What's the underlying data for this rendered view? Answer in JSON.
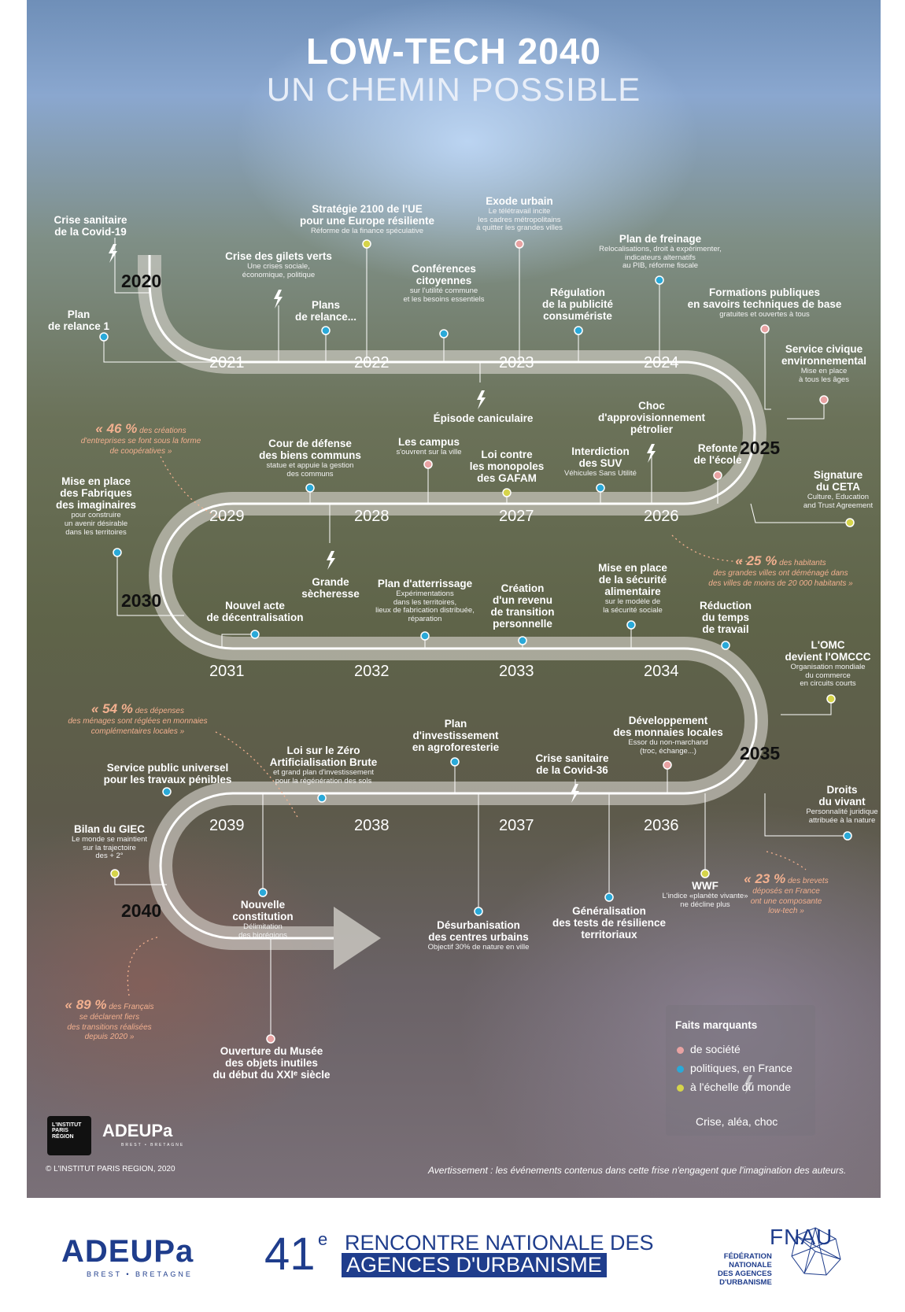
{
  "header": {
    "title": "LOW-TECH 2040",
    "subtitle": "UN CHEMIN POSSIBLE"
  },
  "milestones": {
    "y2020": "2020",
    "y2025": "2025",
    "y2030": "2030",
    "y2035": "2035",
    "y2040": "2040"
  },
  "years": {
    "r1": [
      "2021",
      "2022",
      "2023",
      "2024"
    ],
    "r2": [
      "2029",
      "2028",
      "2027",
      "2026"
    ],
    "r3": [
      "2031",
      "2032",
      "2033",
      "2034"
    ],
    "r4": [
      "2039",
      "2038",
      "2037",
      "2036"
    ]
  },
  "events": [
    {
      "t": "Crise sanitaire\nde la Covid-19",
      "s": ""
    },
    {
      "t": "Plan\nde relance 1",
      "s": ""
    },
    {
      "t": "Crise des gilets verts",
      "s": "Une crises sociale,\néconomique, politique"
    },
    {
      "t": "Plans\nde relance...",
      "s": ""
    },
    {
      "t": "Stratégie 2100 de l'UE\npour une Europe résiliente",
      "s": "Réforme de la finance spéculative"
    },
    {
      "t": "Conférences\ncitoyennes",
      "s": "sur l'utilité commune\net les besoins essentiels"
    },
    {
      "t": "Exode urbain",
      "s": "Le télétravail incite\nles cadres métropolitains\nà quitter les grandes villes"
    },
    {
      "t": "Régulation\nde la publicité\nconsumériste",
      "s": ""
    },
    {
      "t": "Plan de freinage",
      "s": "Relocalisations, droit à expérimenter,\nindicateurs alternatifs\nau PIB, réforme fiscale"
    },
    {
      "t": "Formations publiques\nen savoirs techniques de base",
      "s": "gratuites et ouvertes à tous"
    },
    {
      "t": "Service civique\nenvironnemental",
      "s": "Mise en place\nà tous les âges"
    },
    {
      "t": "Épisode caniculaire",
      "s": ""
    },
    {
      "t": "Choc\nd'approvisionnement\npétrolier",
      "s": ""
    },
    {
      "t": "Refonte\nde l'école",
      "s": ""
    },
    {
      "t": "Interdiction\ndes SUV",
      "s": "Véhicules Sans Utilité"
    },
    {
      "t": "Loi contre\nles monopoles\ndes GAFAM",
      "s": ""
    },
    {
      "t": "Les campus",
      "s": "s'ouvrent sur la ville"
    },
    {
      "t": "Cour de défense\ndes biens communs",
      "s": "statue et appuie la gestion\ndes communs"
    },
    {
      "t": "Mise en place\ndes Fabriques\ndes imaginaires",
      "s": "pour construire\nun avenir désirable\ndans les territoires"
    },
    {
      "t": "Signature\ndu CETA",
      "s": "Culture, Education\nand Trust Agreement"
    },
    {
      "t": "Grande\nsècheresse",
      "s": ""
    },
    {
      "t": "Nouvel acte\nde décentralisation",
      "s": ""
    },
    {
      "t": "Plan d'atterrissage",
      "s": "Expérimentations\ndans les territoires,\nlieux de fabrication distribuée,\nréparation"
    },
    {
      "t": "Création\nd'un revenu\nde transition\npersonnelle",
      "s": ""
    },
    {
      "t": "Mise en place\nde la sécurité\nalimentaire",
      "s": "sur le modèle de\nla sécurité sociale"
    },
    {
      "t": "Réduction\ndu temps\nde travail",
      "s": ""
    },
    {
      "t": "L'OMC\ndevient l'OMCCC",
      "s": "Organisation mondiale\ndu commerce\nen circuits courts"
    },
    {
      "t": "Service public universel\npour les travaux pénibles",
      "s": ""
    },
    {
      "t": "Loi sur le Zéro\nArtificialisation Brute",
      "s": "et grand plan d'investissement\npour la régénération des sols"
    },
    {
      "t": "Plan\nd'investissement\nen agroforesterie",
      "s": ""
    },
    {
      "t": "Crise sanitaire\nde la Covid-36",
      "s": ""
    },
    {
      "t": "Développement\ndes monnaies locales",
      "s": "Essor du non-marchand\n(troc, échange...)"
    },
    {
      "t": "Droits\ndu vivant",
      "s": "Personnalité juridique\nattribuée à la nature"
    },
    {
      "t": "Bilan du GIEC",
      "s": "Le monde se maintient\nsur la trajectoire\ndes + 2°"
    },
    {
      "t": "Nouvelle\nconstitution",
      "s": "Délimitation\ndes biorégions"
    },
    {
      "t": "Désurbanisation\ndes centres urbains",
      "s": "Objectif 30% de nature en ville"
    },
    {
      "t": "Généralisation\ndes tests de résilience\nterritoriaux",
      "s": ""
    },
    {
      "t": "WWF",
      "s": "L'indice «planète vivante»\nne décline plus"
    },
    {
      "t": "Ouverture du Musée\ndes objets inutiles\ndu début du XXIᵉ siècle",
      "s": ""
    }
  ],
  "quotes": [
    {
      "pct": "« 46 %",
      "rest": " des créations\nd'entreprises se font sous la forme\nde coopératives »"
    },
    {
      "pct": "« 25 %",
      "rest": " des habitants\ndes grandes villes ont déménagé dans\ndes villes de moins de 20 000 habitants »"
    },
    {
      "pct": "« 54 %",
      "rest": " des dépenses\ndes ménages sont réglées en monnaies\ncomplémentaires locales »"
    },
    {
      "pct": "« 23 %",
      "rest": " des brevets\ndéposés en France\nont une composante\nlow-tech »"
    },
    {
      "pct": "« 89 %",
      "rest": " des Français\nse déclarent fiers\ndes transitions réalisées\ndepuis 2020 »"
    }
  ],
  "legend": {
    "title": "Faits marquants",
    "items": [
      {
        "label": "de société",
        "color": "#e8a2a2"
      },
      {
        "label": "politiques, en France",
        "color": "#2aa9d8"
      },
      {
        "label": "à l'échelle du monde",
        "color": "#d6d44a"
      }
    ],
    "shock": "Crise, aléa, choc"
  },
  "credits": {
    "institut": "L'INSTITUT\nPARIS\nRÉGION",
    "adeupa": "ADEUPa",
    "adeupa_sub": "BREST • BRETAGNE",
    "copyright": "© L'INSTITUT PARIS REGION, 2020",
    "warning": "Avertissement : les événements contenus dans cette frise n'engagent que l'imagination des auteurs."
  },
  "footer": {
    "adeupa": "ADEUPa",
    "adeupa_sub": "BREST • BRETAGNE",
    "number": "41",
    "sup": "e",
    "line1": "RENCONTRE NATIONALE DES",
    "line2": "AGENCES D'URBANISME",
    "fnau_letters": "FNAU",
    "fnau_text": "FÉDÉRATION\nNATIONALE\nDES AGENCES\nD'URBANISME"
  },
  "colors": {
    "society": "#e8a2a2",
    "politics": "#2aa9d8",
    "world": "#d6d44a",
    "quote": "#f2b08f",
    "brand": "#1f3d8c"
  }
}
